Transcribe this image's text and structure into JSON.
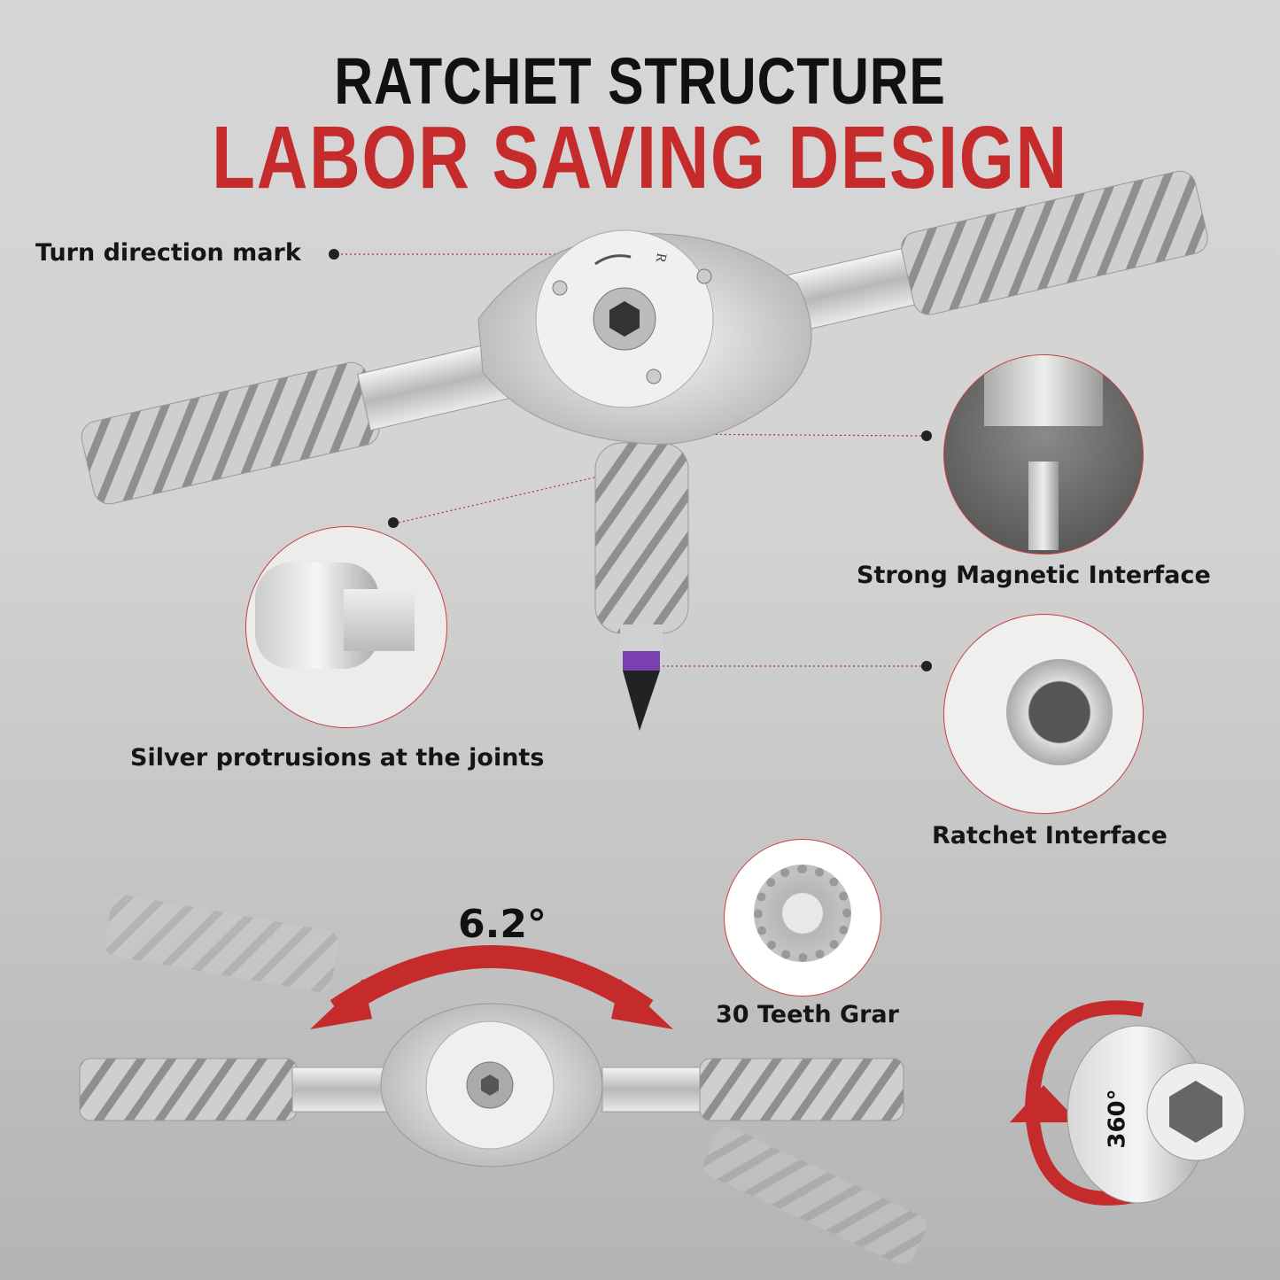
{
  "header": {
    "title": "RATCHET STRUCTURE",
    "subtitle": "LABOR SAVING DESIGN"
  },
  "callouts": {
    "turn_direction": "Turn direction mark",
    "magnetic": "Strong Magnetic Interface",
    "protrusions": "Silver protrusions at the joints",
    "ratchet_interface": "Ratchet Interface",
    "gear": "30 Teeth Grar"
  },
  "swing_angle": "6.2°",
  "rotation_label": "360°",
  "hub_mark": "R",
  "colors": {
    "accent_red": "#c62b2b",
    "title_black": "#111111",
    "background": "#d3d3d3",
    "bit_purple": "#7a3fb0"
  }
}
